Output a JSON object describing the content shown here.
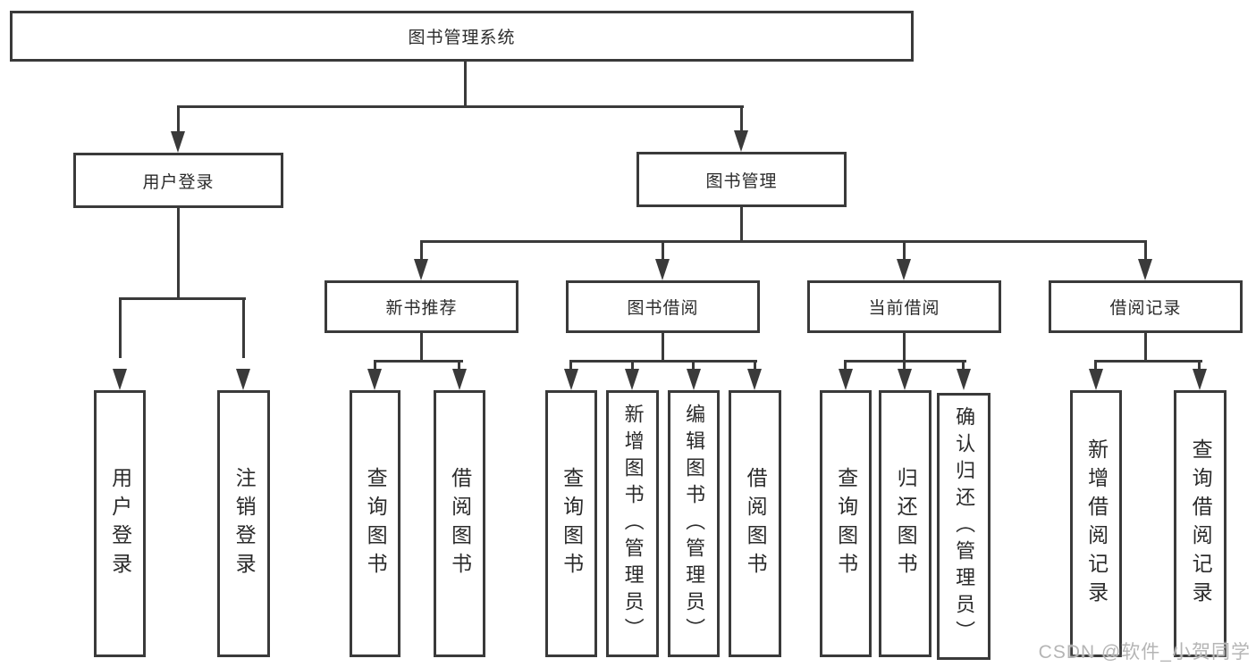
{
  "tree": {
    "root": {
      "label": "图书管理系统"
    },
    "user_login": {
      "label": "用户登录",
      "leaves": [
        "用户登录",
        "注销登录"
      ]
    },
    "book_mgmt": {
      "label": "图书管理",
      "sections": [
        {
          "label": "新书推荐",
          "leaves": [
            "查询图书",
            "借阅图书"
          ]
        },
        {
          "label": "图书借阅",
          "leaves": [
            "查询图书",
            "新增图书（管理员）",
            "编辑图书（管理员）",
            "借阅图书"
          ]
        },
        {
          "label": "当前借阅",
          "leaves": [
            "查询图书",
            "归还图书",
            "确认归还（管理员）"
          ]
        },
        {
          "label": "借阅记录",
          "leaves": [
            "新增借阅记录",
            "查询借阅记录"
          ]
        }
      ]
    }
  },
  "watermark": "CSDN @软件_小贺同学",
  "colors": {
    "line": "#3a3a3a",
    "text": "#2b2b2b",
    "box_bg": "#ffffff",
    "page_bg": "#ffffff",
    "watermark": "#b5b5b5"
  }
}
